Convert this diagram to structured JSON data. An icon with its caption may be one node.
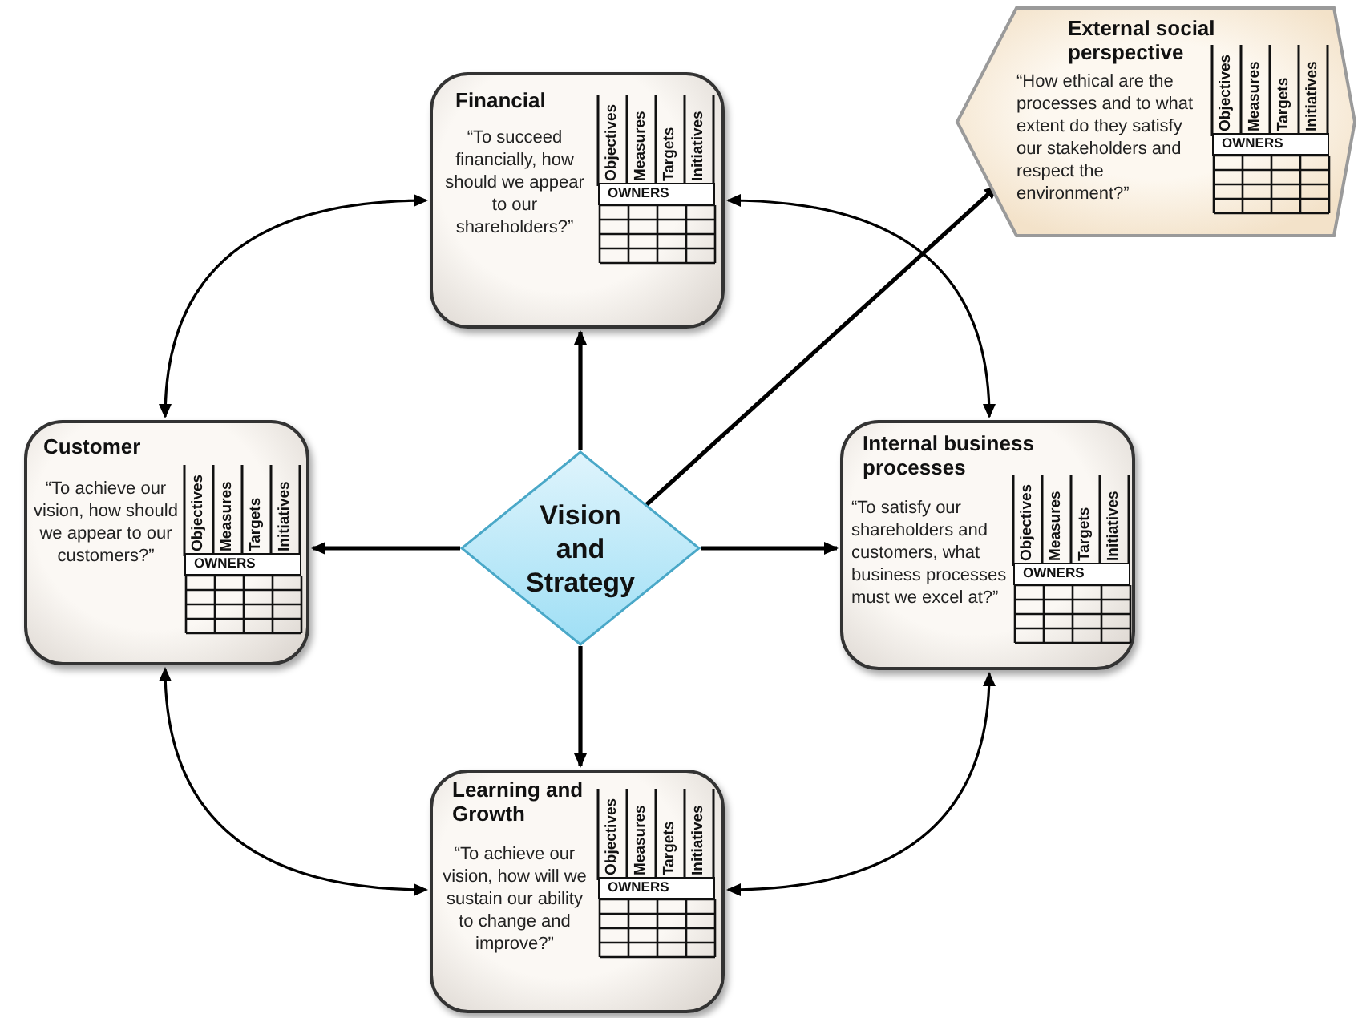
{
  "diagram": {
    "nodes": [
      {
        "text": [
          "Financial",
          "“To succeed financially, how should we appear to our shareholders?”",
          "Objectives",
          "Measures",
          "Targets",
          "Initiatives",
          "OWNERS"
        ]
      },
      {
        "text": [
          "External social perspective",
          "“How ethical are the processes and to what extent do they satisfy our stakeholders and respect the environment?”",
          "Objectives",
          "Measures",
          "Targets",
          "Initiatives",
          "OWNERS"
        ]
      },
      {
        "text": [
          "Customer",
          "“To achieve our vision, how should we appear to our customers?”",
          "Objectives",
          "Measures",
          "Targets",
          "Initiatives",
          "OWNERS"
        ]
      },
      {
        "text": [
          "Vision and Strategy"
        ]
      },
      {
        "text": [
          "Internal business processes",
          "“To satisfy our shareholders and customers, what business processes must we excel at?”",
          "Objectives",
          "Measures",
          "Targets",
          "Initiatives",
          "OWNERS"
        ]
      },
      {
        "text": [
          "Learning and Growth",
          "“To achieve our vision, how will we sustain our ability to change and improve?”",
          "Objectives",
          "Measures",
          "Targets",
          "Initiatives",
          "OWNERS"
        ]
      }
    ],
    "edges": [
      {
        "from": 3,
        "to": 0,
        "arrow": "to"
      },
      {
        "from": 3,
        "to": 2,
        "arrow": "to"
      },
      {
        "from": 3,
        "to": 4,
        "arrow": "to"
      },
      {
        "from": 3,
        "to": 5,
        "arrow": "to"
      },
      {
        "from": 3,
        "to": 1,
        "arrow": "to"
      },
      {
        "from": 0,
        "to": 2,
        "arrow": "both"
      },
      {
        "from": 0,
        "to": 4,
        "arrow": "both"
      },
      {
        "from": 2,
        "to": 5,
        "arrow": "both"
      },
      {
        "from": 5,
        "to": 4,
        "arrow": "both"
      }
    ]
  }
}
